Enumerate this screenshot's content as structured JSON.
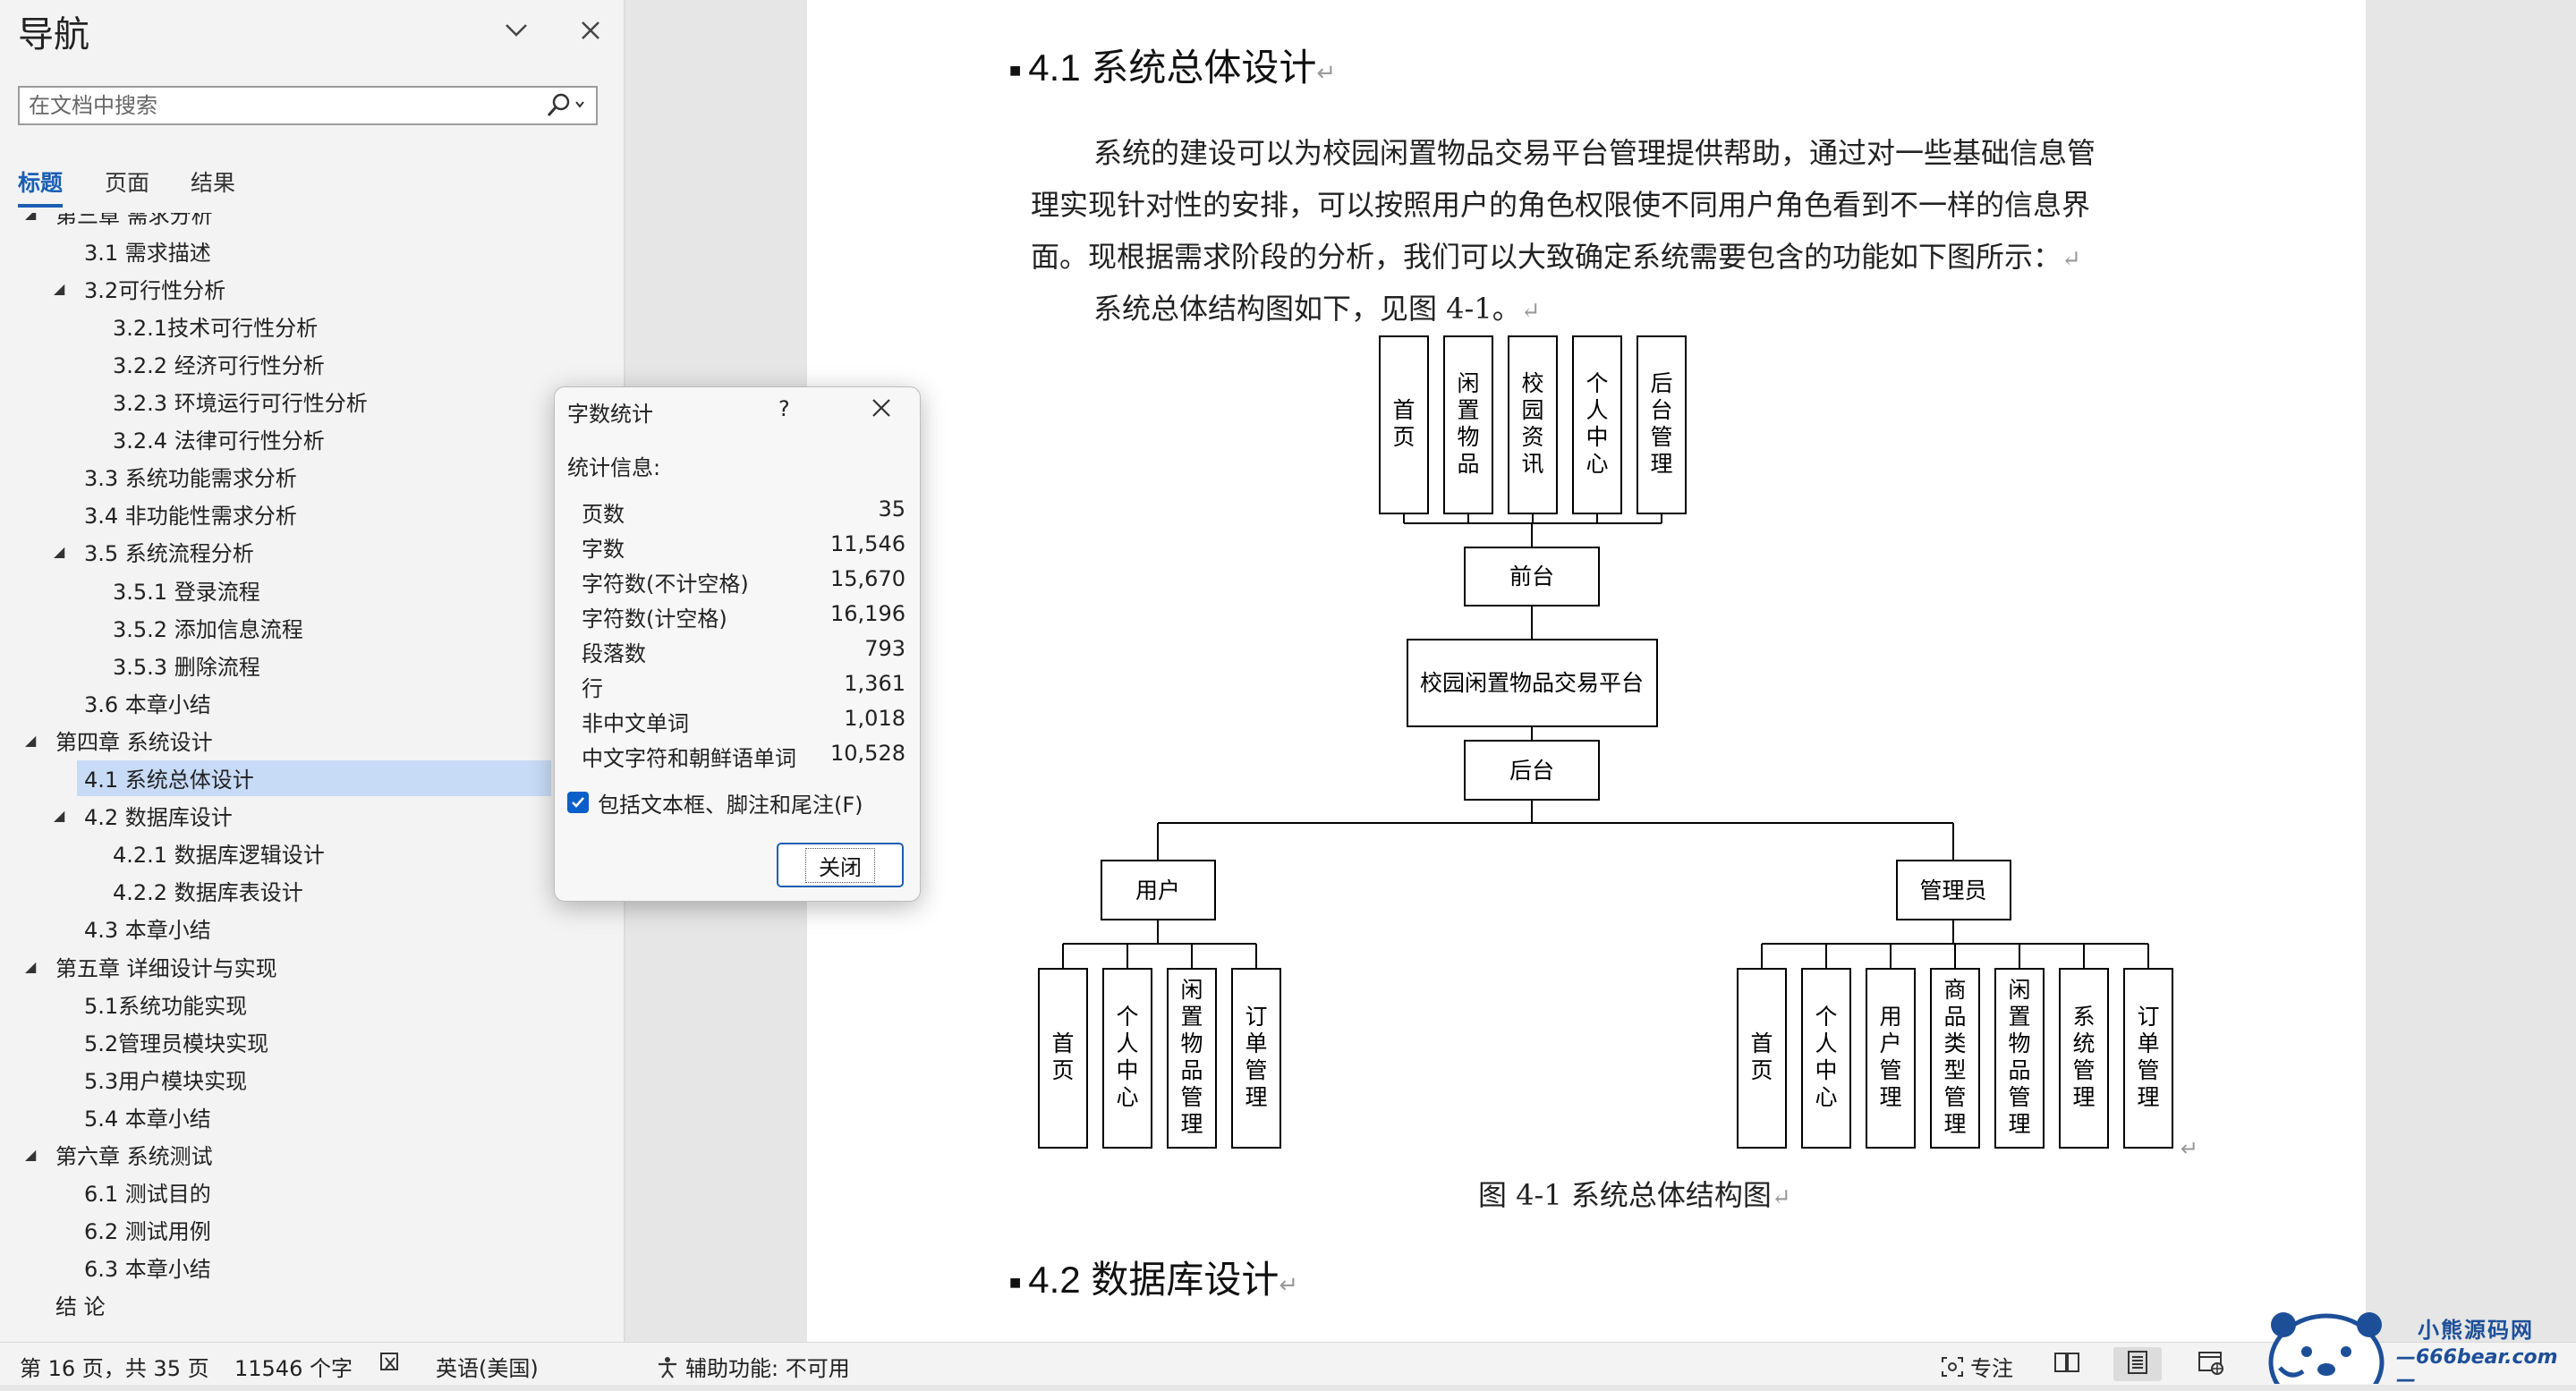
{
  "nav": {
    "title": "导航",
    "search_placeholder": "在文档中搜索",
    "tabs": [
      {
        "label": "标题",
        "active": true
      },
      {
        "label": "页面",
        "active": false
      },
      {
        "label": "结果",
        "active": false
      }
    ],
    "outline": [
      {
        "label": "第三章 需求分析",
        "level": 1,
        "toggle": "expanded"
      },
      {
        "label": "3.1 需求描述",
        "level": 2,
        "toggle": "none"
      },
      {
        "label": "3.2可行性分析",
        "level": 2,
        "toggle": "expanded"
      },
      {
        "label": "3.2.1技术可行性分析",
        "level": 3,
        "toggle": "none"
      },
      {
        "label": "3.2.2 经济可行性分析",
        "level": 3,
        "toggle": "none"
      },
      {
        "label": "3.2.3 环境运行可行性分析",
        "level": 3,
        "toggle": "none"
      },
      {
        "label": "3.2.4 法律可行性分析",
        "level": 3,
        "toggle": "none"
      },
      {
        "label": "3.3 系统功能需求分析",
        "level": 2,
        "toggle": "none"
      },
      {
        "label": "3.4 非功能性需求分析",
        "level": 2,
        "toggle": "none"
      },
      {
        "label": "3.5 系统流程分析",
        "level": 2,
        "toggle": "expanded"
      },
      {
        "label": "3.5.1 登录流程",
        "level": 3,
        "toggle": "none"
      },
      {
        "label": "3.5.2 添加信息流程",
        "level": 3,
        "toggle": "none"
      },
      {
        "label": "3.5.3 删除流程",
        "level": 3,
        "toggle": "none"
      },
      {
        "label": "3.6 本章小结",
        "level": 2,
        "toggle": "none"
      },
      {
        "label": "第四章 系统设计",
        "level": 1,
        "toggle": "expanded"
      },
      {
        "label": "4.1 系统总体设计",
        "level": 2,
        "toggle": "none",
        "selected": true
      },
      {
        "label": "4.2 数据库设计",
        "level": 2,
        "toggle": "expanded"
      },
      {
        "label": "4.2.1 数据库逻辑设计",
        "level": 3,
        "toggle": "none"
      },
      {
        "label": "4.2.2 数据库表设计",
        "level": 3,
        "toggle": "none"
      },
      {
        "label": "4.3 本章小结",
        "level": 2,
        "toggle": "none"
      },
      {
        "label": "第五章 详细设计与实现",
        "level": 1,
        "toggle": "expanded"
      },
      {
        "label": "5.1系统功能实现",
        "level": 2,
        "toggle": "none"
      },
      {
        "label": "5.2管理员模块实现",
        "level": 2,
        "toggle": "none"
      },
      {
        "label": "5.3用户模块实现",
        "level": 2,
        "toggle": "none"
      },
      {
        "label": "5.4 本章小结",
        "level": 2,
        "toggle": "none"
      },
      {
        "label": "第六章 系统测试",
        "level": 1,
        "toggle": "expanded"
      },
      {
        "label": "6.1 测试目的",
        "level": 2,
        "toggle": "none"
      },
      {
        "label": "6.2 测试用例",
        "level": 2,
        "toggle": "none"
      },
      {
        "label": "6.3 本章小结",
        "level": 2,
        "toggle": "none"
      },
      {
        "label": "结  论",
        "level": 1,
        "toggle": "none"
      }
    ]
  },
  "document": {
    "heading_41": "4.1  系统总体设计",
    "para_lines": [
      "系统的建设可以为校园闲置物品交易平台管理提供帮助，通过对一些基础信息管",
      "理实现针对性的安排，可以按照用户的角色权限使不同用户角色看到不一样的信息界",
      "面。现根据需求阶段的分析，我们可以大致确定系统需要包含的功能如下图所示："
    ],
    "para2": "系统总体结构图如下，见图 4-1。",
    "caption": "图 4-1  系统总体结构图",
    "heading_42": "4.2  数据库设计",
    "paragraph_mark": "↵",
    "diagram": {
      "front_modules": [
        "首页",
        "闲置物品",
        "校园资讯",
        "个人中心",
        "后台管理"
      ],
      "front": "前台",
      "platform": "校园闲置物品交易平台",
      "back": "后台",
      "user": "用户",
      "admin": "管理员",
      "user_modules": [
        "首页",
        "个人中心",
        "闲置物品管理",
        "订单管理"
      ],
      "admin_modules": [
        "首页",
        "个人中心",
        "用户管理",
        "商品类型管理",
        "闲置物品管理",
        "系统管理",
        "订单管理"
      ]
    }
  },
  "dialog": {
    "title": "字数统计",
    "help": "?",
    "section": "统计信息:",
    "stats": [
      {
        "label": "页数",
        "value": "35"
      },
      {
        "label": "字数",
        "value": "11,546"
      },
      {
        "label": "字符数(不计空格)",
        "value": "15,670"
      },
      {
        "label": "字符数(计空格)",
        "value": "16,196"
      },
      {
        "label": "段落数",
        "value": "793"
      },
      {
        "label": "行",
        "value": "1,361"
      },
      {
        "label": "非中文单词",
        "value": "1,018"
      },
      {
        "label": "中文字符和朝鲜语单词",
        "value": "10,528"
      }
    ],
    "checkbox_label": "包括文本框、脚注和尾注(F)",
    "checkbox_checked": true,
    "close_label": "关闭"
  },
  "status": {
    "page": "第 16 页，共 35 页",
    "words": "11546 个字",
    "language": "英语(美国)",
    "accessibility": "辅助功能: 不可用",
    "focus": "专注"
  },
  "watermark": {
    "line1": "小熊源码网",
    "line2": "—666bear.com—"
  },
  "colors": {
    "accent": "#1a5fb4",
    "selected": "#c7dbf6",
    "checkbox": "#0a5fc8"
  }
}
